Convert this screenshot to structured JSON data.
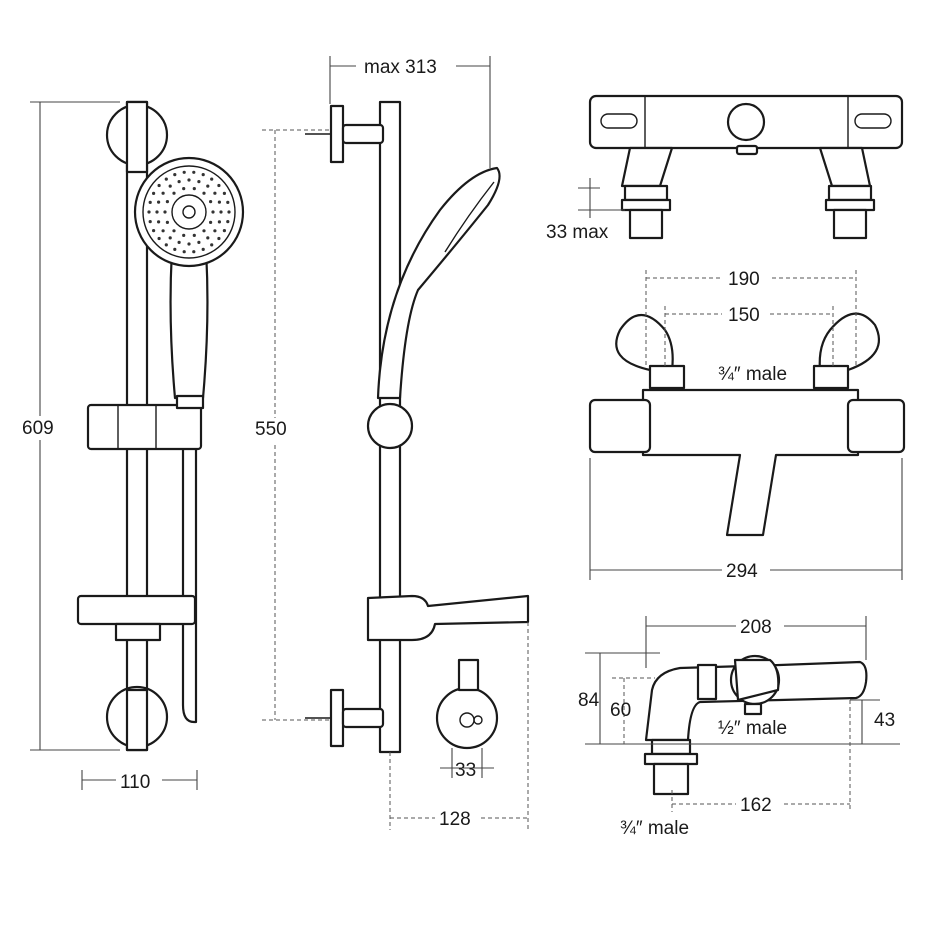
{
  "labels": {
    "max_313": "max 313",
    "h_609": "609",
    "h_550": "550",
    "w_110": "110",
    "d_33": "33",
    "d_128": "128",
    "max_33": "33 max",
    "w_190": "190",
    "w_150": "150",
    "male_34_top": "¾″ male",
    "w_294": "294",
    "w_208": "208",
    "h_84": "84",
    "h_60": "60",
    "h_43": "43",
    "male_12": "½″ male",
    "w_162": "162",
    "male_34_bottom": "¾″ male"
  }
}
